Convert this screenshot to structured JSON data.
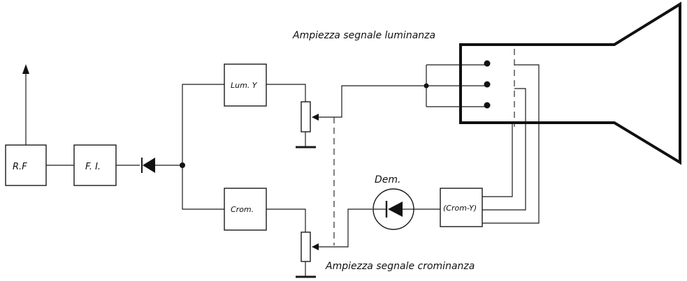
{
  "blocks": {
    "rf": "R.F",
    "fi": "F. I.",
    "lum": "Lum. Y",
    "crom": "Crom.",
    "crom_y": "(Crom-Y)"
  },
  "labels": {
    "dem": "Dem.",
    "luminance_amplitude": "Ampiezza  segnale  luminanza",
    "chrominance_amplitude": "Ampiezza  segnale crominanza"
  }
}
